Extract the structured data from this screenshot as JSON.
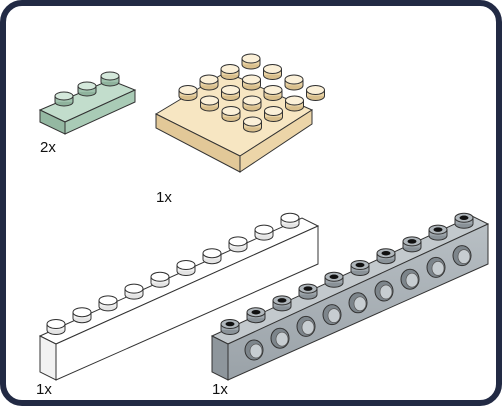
{
  "parts": [
    {
      "name": "sand-green-plate-1x3",
      "quantity": "2x",
      "color": "#a9cbb6"
    },
    {
      "name": "tan-plate-4x4",
      "quantity": "1x",
      "color": "#f4deb0"
    },
    {
      "name": "white-brick-1x10",
      "quantity": "1x",
      "color": "#ffffff"
    },
    {
      "name": "light-bluish-gray-technic-brick-1x10",
      "quantity": "1x",
      "color": "#a6aeb3"
    }
  ],
  "frame": {
    "border_color": "#222a44"
  }
}
